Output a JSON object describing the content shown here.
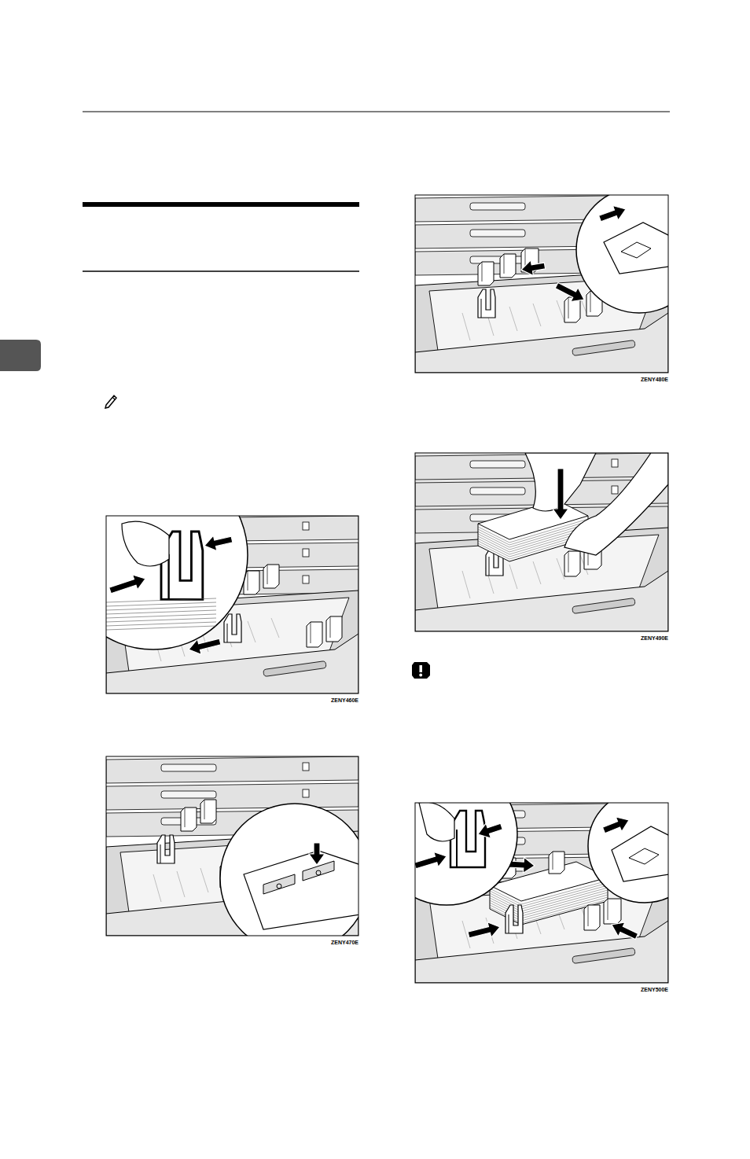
{
  "diagram": {
    "labels": [
      "ZENY460E",
      "ZENY470E",
      "ZENY480E",
      "ZENY490E",
      "ZENY500E"
    ]
  }
}
